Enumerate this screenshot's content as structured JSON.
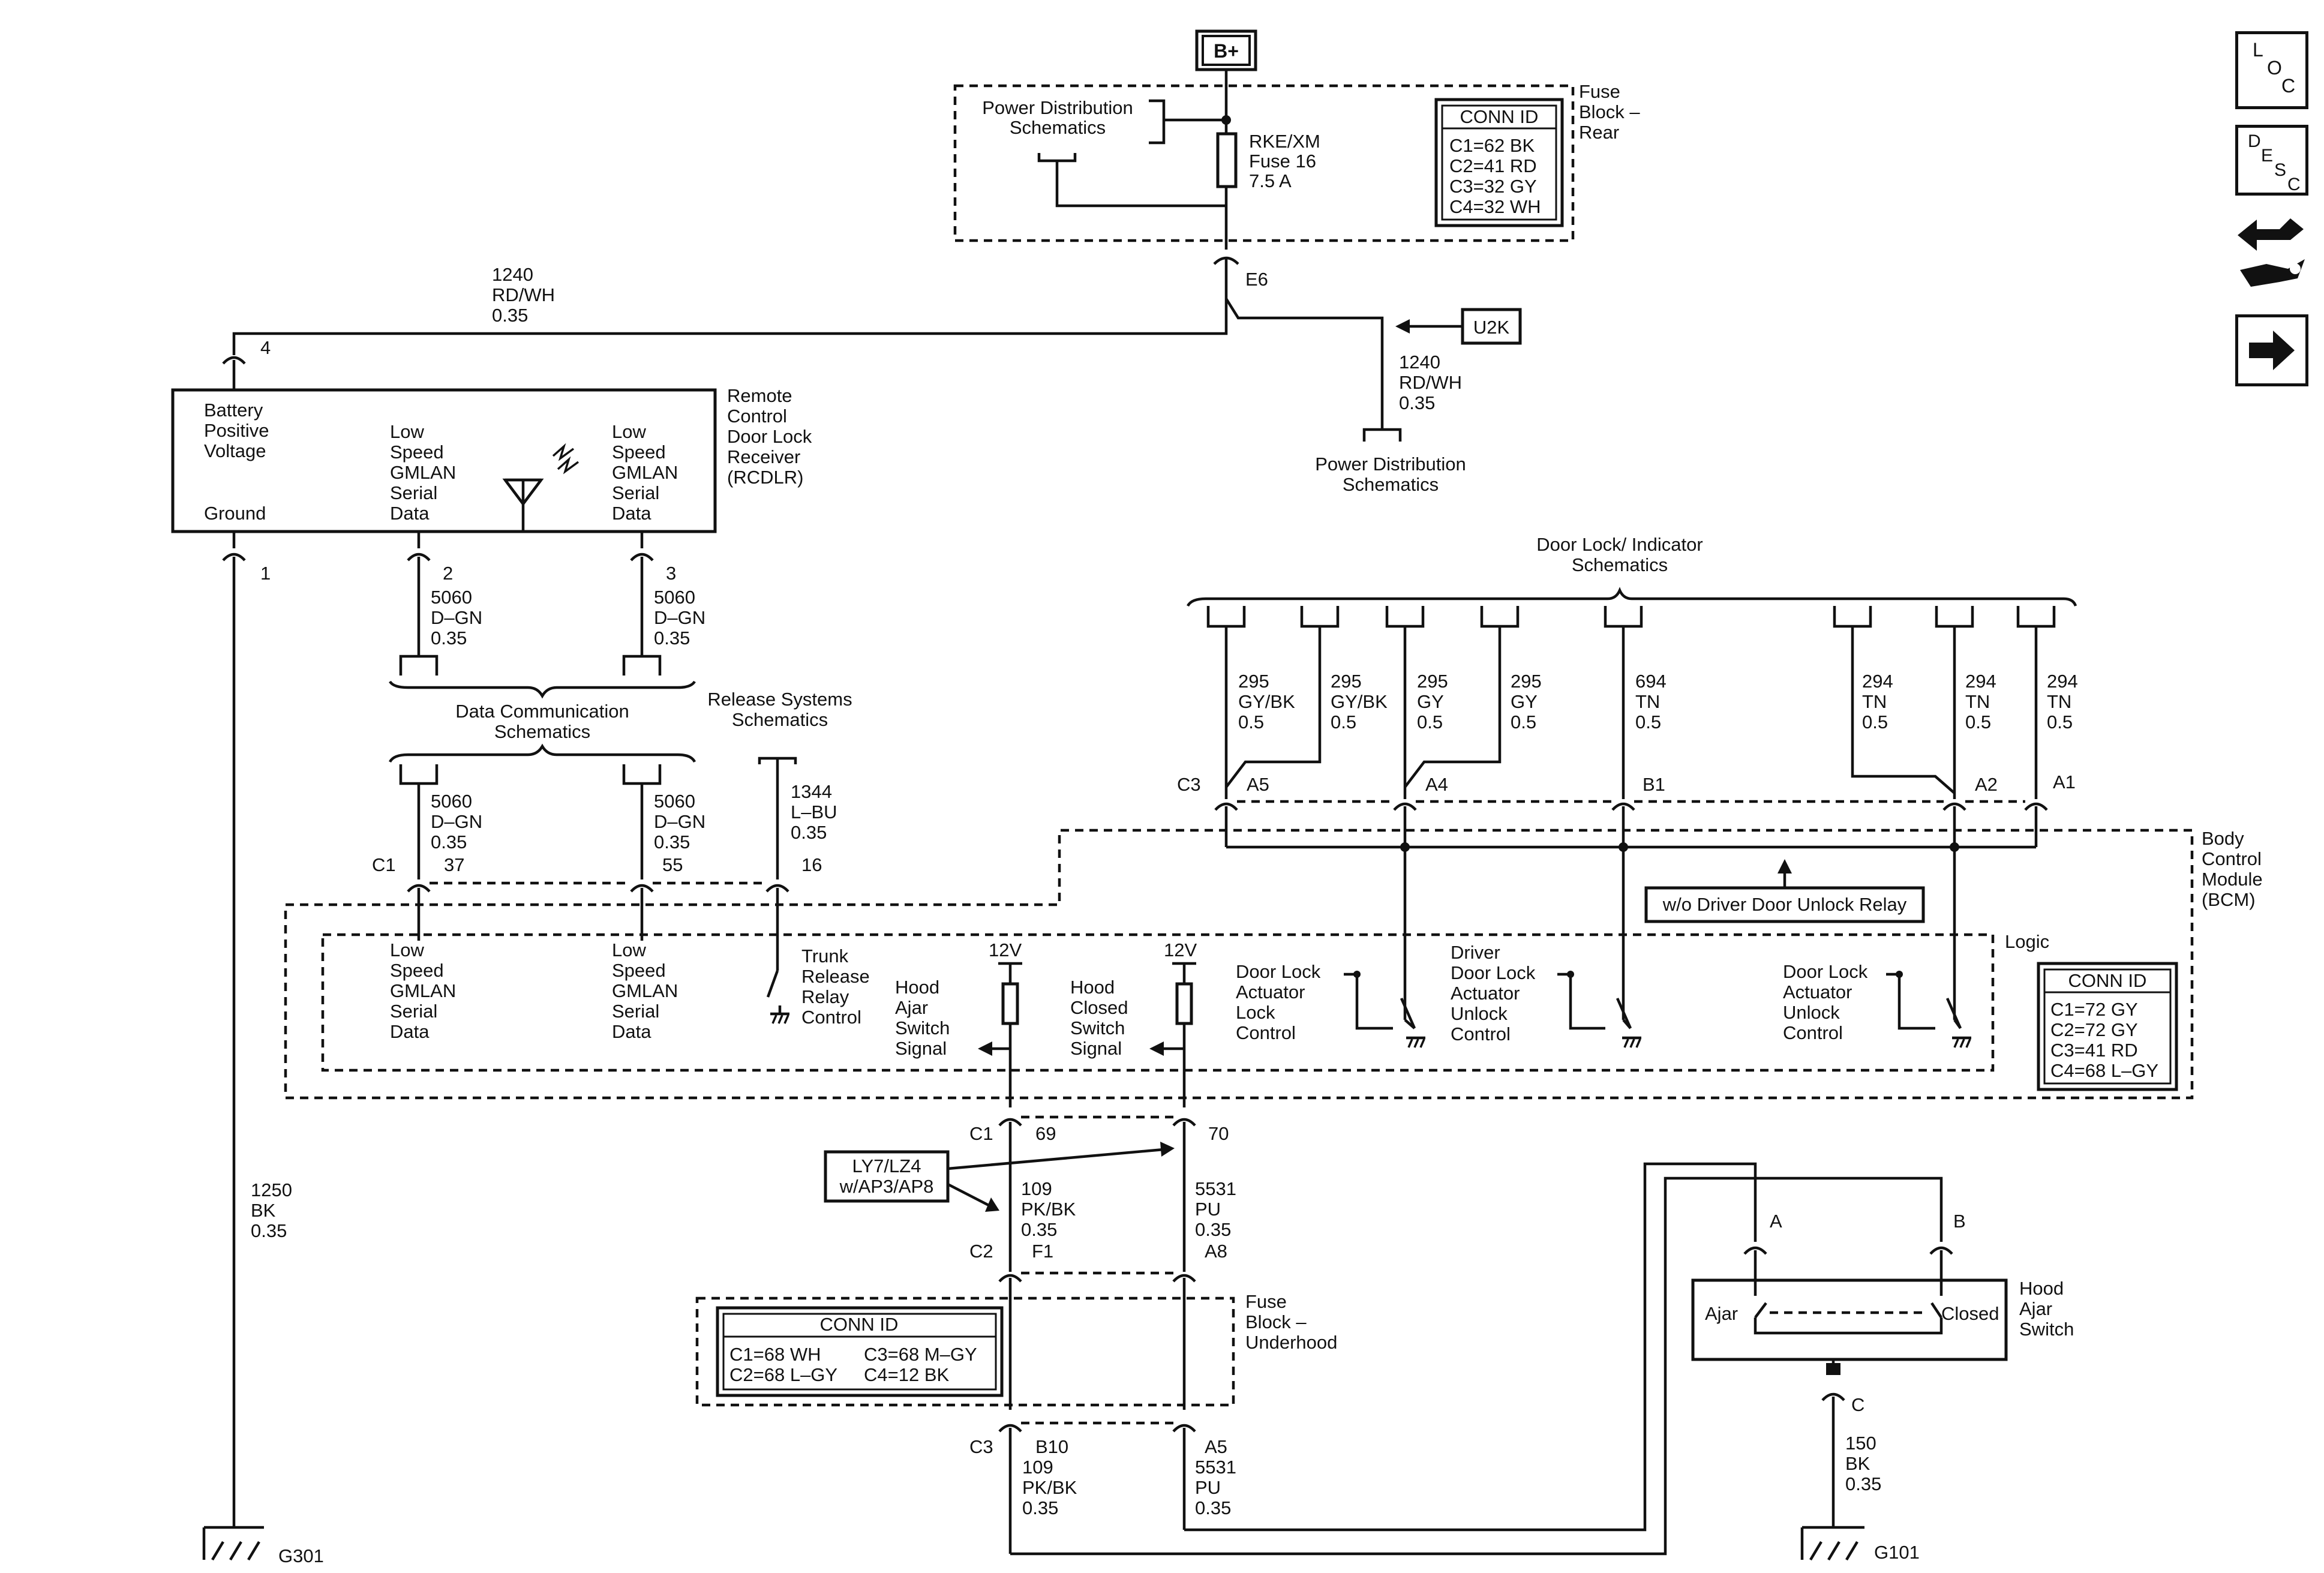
{
  "nav": {
    "loc": [
      "L",
      "O",
      "C"
    ],
    "desc": [
      "D",
      "E",
      "S",
      "C"
    ]
  },
  "top": {
    "bplus": "B+",
    "fuse_block_rear": [
      "Fuse",
      "Block –",
      "Rear"
    ],
    "power_dist_1": [
      "Power Distribution",
      "Schematics"
    ],
    "fuse16": [
      "RKE/XM",
      "Fuse 16",
      "7.5 A"
    ],
    "conn_rear": {
      "title": "CONN ID",
      "rows": [
        "C1=62 BK",
        "C2=41 RD",
        "C3=32 GY",
        "C4=32 WH"
      ]
    },
    "e6": "E6",
    "u2k": "U2K",
    "wire_left": [
      "1240",
      "RD/WH",
      "0.35"
    ],
    "wire_right": [
      "1240",
      "RD/WH",
      "0.35"
    ],
    "power_dist_2": [
      "Power Distribution",
      "Schematics"
    ]
  },
  "rcdlr": {
    "pin4": "4",
    "pin1": "1",
    "pin2": "2",
    "pin3": "3",
    "battery": [
      "Battery",
      "Positive",
      "Voltage"
    ],
    "ground": "Ground",
    "lsgmlan": [
      "Low",
      "Speed",
      "GMLAN",
      "Serial",
      "Data"
    ],
    "name": [
      "Remote",
      "Control",
      "Door Lock",
      "Receiver",
      "(RCDLR)"
    ],
    "wire2": [
      "5060",
      "D–GN",
      "0.35"
    ],
    "wire3": [
      "5060",
      "D–GN",
      "0.35"
    ],
    "data_comm": [
      "Data Communication",
      "Schematics"
    ],
    "release": [
      "Release Systems",
      "Schematics"
    ]
  },
  "bcm": {
    "c1": "C1",
    "pin37": "37",
    "pin55": "55",
    "pin16": "16",
    "wire37": [
      "5060",
      "D–GN",
      "0.35"
    ],
    "wire55": [
      "5060",
      "D–GN",
      "0.35"
    ],
    "wire16": [
      "1344",
      "L–BU",
      "0.35"
    ],
    "logic": "Logic",
    "name": [
      "Body",
      "Control",
      "Module",
      "(BCM)"
    ],
    "lsgmlan": [
      "Low",
      "Speed",
      "GMLAN",
      "Serial",
      "Data"
    ],
    "trunk": [
      "Trunk",
      "Release",
      "Relay",
      "Control"
    ],
    "v12": "12V",
    "hood_ajar": [
      "Hood",
      "Ajar",
      "Switch",
      "Signal"
    ],
    "hood_closed": [
      "Hood",
      "Closed",
      "Switch",
      "Signal"
    ],
    "dl_lock": [
      "Door Lock",
      "Actuator",
      "Lock",
      "Control"
    ],
    "driver_unlock": [
      "Driver",
      "Door Lock",
      "Actuator",
      "Unlock",
      "Control"
    ],
    "dl_unlock": [
      "Door Lock",
      "Actuator",
      "Unlock",
      "Control"
    ],
    "wo_relay": "w/o Driver Door Unlock Relay",
    "conn": {
      "title": "CONN ID",
      "rows": [
        "C1=72 GY",
        "C2=72 GY",
        "C3=41 RD",
        "C4=68 L–GY"
      ]
    }
  },
  "doorlock": {
    "title": [
      "Door Lock/ Indicator",
      "Schematics"
    ],
    "c3": "C3",
    "pins": [
      "A5",
      "A4",
      "B1",
      "A2",
      "A1"
    ],
    "wires": [
      [
        "295",
        "GY/BK",
        "0.5"
      ],
      [
        "295",
        "GY/BK",
        "0.5"
      ],
      [
        "295",
        "GY",
        "0.5"
      ],
      [
        "295",
        "GY",
        "0.5"
      ],
      [
        "694",
        "TN",
        "0.5"
      ],
      [
        "294",
        "TN",
        "0.5"
      ],
      [
        "294",
        "TN",
        "0.5"
      ],
      [
        "294",
        "TN",
        "0.5"
      ]
    ]
  },
  "lower": {
    "c1": "C1",
    "pin69": "69",
    "pin70": "70",
    "option": [
      "LY7/LZ4",
      "w/AP3/AP8"
    ],
    "wire109a": [
      "109",
      "PK/BK",
      "0.35"
    ],
    "wire5531a": [
      "5531",
      "PU",
      "0.35"
    ],
    "c2": "C2",
    "f1": "F1",
    "a8": "A8",
    "fuse_uh": [
      "Fuse",
      "Block –",
      "Underhood"
    ],
    "conn_uh": {
      "title": "CONN ID",
      "rows": [
        "C1=68 WH",
        "C2=68 L–GY",
        "C3=68 M–GY",
        "C4=12 BK"
      ]
    },
    "c3": "C3",
    "b10": "B10",
    "a5": "A5",
    "wire109b": [
      "109",
      "PK/BK",
      "0.35"
    ],
    "wire5531b": [
      "5531",
      "PU",
      "0.35"
    ],
    "wire1250": [
      "1250",
      "BK",
      "0.35"
    ],
    "g301": "G301"
  },
  "hood_switch": {
    "a": "A",
    "b": "B",
    "c": "C",
    "ajar": "Ajar",
    "closed": "Closed",
    "name": [
      "Hood",
      "Ajar",
      "Switch"
    ],
    "wire150": [
      "150",
      "BK",
      "0.35"
    ],
    "g101": "G101"
  }
}
